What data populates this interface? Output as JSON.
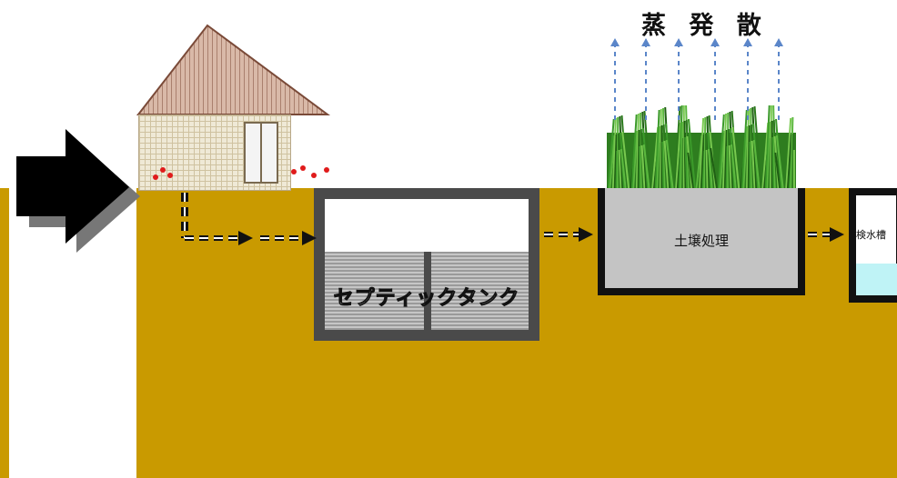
{
  "labels": {
    "evaporation": "蒸 発 散",
    "septic_tank": "セプティックタンク",
    "soil_treatment": "土壌処理",
    "inspection_tank": "検水槽"
  },
  "colors": {
    "ground": "#c99a00",
    "tank_frame": "#4a4a4a",
    "soil_box": "#c4c4c4",
    "inspection_water": "#bff3f6",
    "evaporation_arrows": "#5b86c9",
    "flow_arrows": "#111111"
  }
}
